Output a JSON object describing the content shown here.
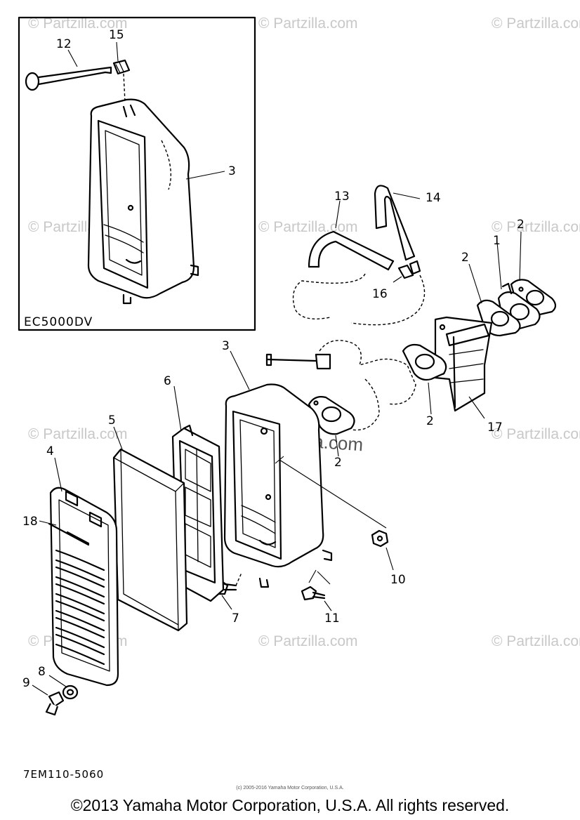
{
  "watermark": {
    "text": "© Partzilla.com",
    "center_text": "Partzilla.com"
  },
  "inset": {
    "label": "EC5000DV"
  },
  "callouts": {
    "n1": "1",
    "n2": "2",
    "n3": "3",
    "n4": "4",
    "n5": "5",
    "n6": "6",
    "n7": "7",
    "n8": "8",
    "n9": "9",
    "n10": "10",
    "n11": "11",
    "n12": "12",
    "n13": "13",
    "n14": "14",
    "n15": "15",
    "n16": "16",
    "n17": "17",
    "n18": "18"
  },
  "footer": {
    "diagram_code": "7EM110-5060",
    "fine_print": "(c) 2005-2016 Yamaha Motor Corporation, U.S.A.",
    "copyright": "©2013 Yamaha Motor Corporation, U.S.A. All rights reserved."
  }
}
